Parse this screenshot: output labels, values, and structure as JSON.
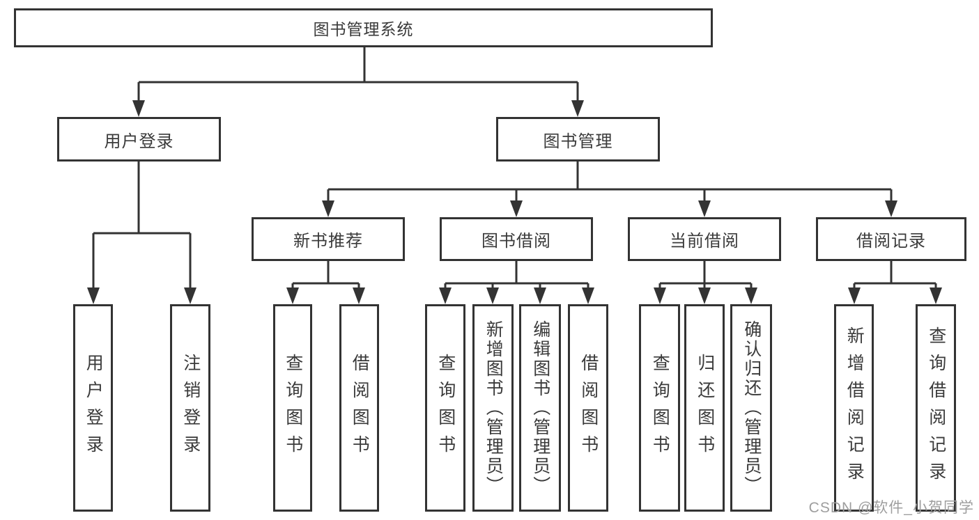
{
  "diagram": {
    "title": "图书管理系统",
    "watermark": "CSDN @软件_小贺同学",
    "colors": {
      "line": "#333333",
      "text": "#3a3a3a",
      "watermark": "#9e9e9e",
      "background": "#ffffff"
    },
    "nodes": {
      "root": {
        "label": "图书管理系统"
      },
      "user_login": {
        "label": "用户登录"
      },
      "book_management": {
        "label": "图书管理"
      },
      "new_book_recommend": {
        "label": "新书推荐"
      },
      "book_borrowing": {
        "label": "图书借阅"
      },
      "current_borrowing": {
        "label": "当前借阅"
      },
      "borrow_records": {
        "label": "借阅记录"
      },
      "ul_user_login": {
        "label": "用户登录"
      },
      "ul_logout": {
        "label": "注销登录"
      },
      "nbr_query_books": {
        "label": "查询图书"
      },
      "nbr_borrow_books": {
        "label": "借阅图书"
      },
      "bb_query_books": {
        "label": "查询图书"
      },
      "bb_add_books": {
        "label": "新增图书（管理员）"
      },
      "bb_edit_books": {
        "label": "编辑图书（管理员）"
      },
      "bb_borrow_books": {
        "label": "借阅图书"
      },
      "cb_query_books": {
        "label": "查询图书"
      },
      "cb_return_books": {
        "label": "归还图书"
      },
      "cb_confirm_return": {
        "label": "确认归还（管理员）"
      },
      "br_add_record": {
        "label": "新增借阅记录"
      },
      "br_query_record": {
        "label": "查询借阅记录"
      }
    },
    "hierarchy": {
      "root": [
        "user_login",
        "book_management"
      ],
      "user_login": [
        "ul_user_login",
        "ul_logout"
      ],
      "book_management": [
        "new_book_recommend",
        "book_borrowing",
        "current_borrowing",
        "borrow_records"
      ],
      "new_book_recommend": [
        "nbr_query_books",
        "nbr_borrow_books"
      ],
      "book_borrowing": [
        "bb_query_books",
        "bb_add_books",
        "bb_edit_books",
        "bb_borrow_books"
      ],
      "current_borrowing": [
        "cb_query_books",
        "cb_return_books",
        "cb_confirm_return"
      ],
      "borrow_records": [
        "br_add_record",
        "br_query_record"
      ]
    }
  }
}
